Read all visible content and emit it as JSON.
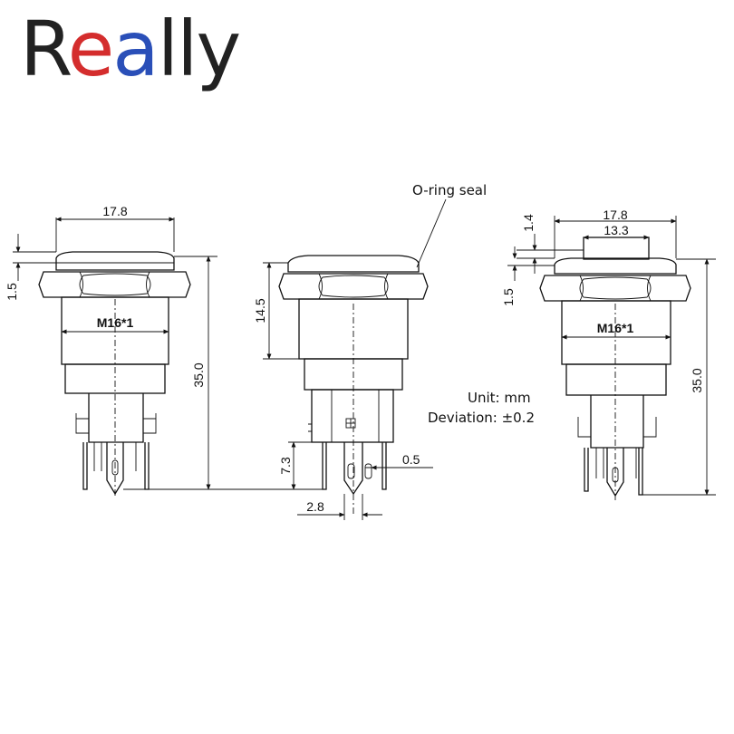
{
  "brand": {
    "logo": {
      "r": "R",
      "e": "e",
      "ally": "ally"
    },
    "colors": {
      "r": "#222222",
      "e": "#d42d2d",
      "a": "#2a4fb8",
      "rest": "#222222"
    }
  },
  "callouts": {
    "oring": "O-ring seal"
  },
  "notes": {
    "unit": "Unit: mm",
    "deviation": "Deviation: ±0.2"
  },
  "views": {
    "left": {
      "width": "17.8",
      "flange": "1.5",
      "thread": "M16*1",
      "height": "35.0"
    },
    "middle": {
      "body": "14.5",
      "pin_len": "7.3",
      "pin_pitch": "2.8",
      "pin_thk": "0.5"
    },
    "right": {
      "width": "17.8",
      "top": "13.3",
      "cap": "1.4",
      "flange": "1.5",
      "thread": "M16*1",
      "height": "35.0"
    }
  }
}
